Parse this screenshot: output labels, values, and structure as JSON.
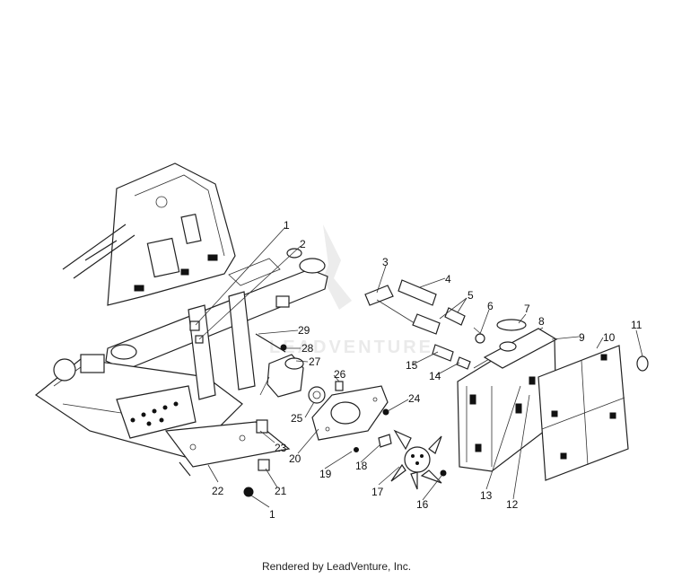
{
  "footer": {
    "text": "Rendered by LeadVenture, Inc."
  },
  "watermark": {
    "text": "LEADVENTURE"
  },
  "callouts": [
    "1",
    "2",
    "3",
    "4",
    "5",
    "6",
    "7",
    "8",
    "9",
    "10",
    "11",
    "29",
    "28",
    "27",
    "26",
    "15",
    "14",
    "24",
    "25",
    "20",
    "23",
    "19",
    "18",
    "22",
    "21",
    "17",
    "16",
    "13",
    "12",
    "1"
  ]
}
